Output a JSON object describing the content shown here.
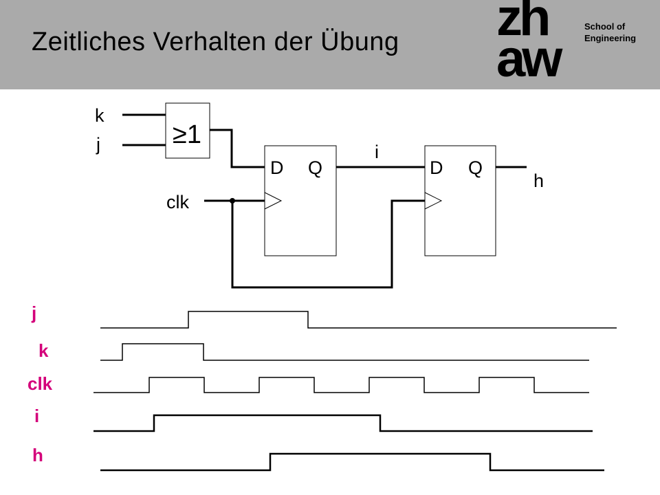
{
  "header": {
    "title": "Zeitliches Verhalten der Übung",
    "logo_line1": "zh",
    "logo_line2": "aw",
    "school_line1": "School of",
    "school_line2": "Engineering"
  },
  "circuit": {
    "input_k": "k",
    "input_j": "j",
    "or_gate_label": "≥1",
    "ff1_d": "D",
    "ff1_q": "Q",
    "ff2_d": "D",
    "ff2_q": "Q",
    "wire_i": "i",
    "output_h": "h",
    "clock": "clk"
  },
  "timing": {
    "accent": "#d4007a",
    "signals": [
      {
        "name": "j"
      },
      {
        "name": "k"
      },
      {
        "name": "clk"
      },
      {
        "name": "i"
      },
      {
        "name": "h"
      }
    ]
  }
}
